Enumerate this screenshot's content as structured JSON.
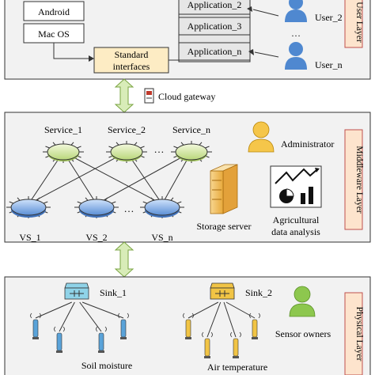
{
  "layers": {
    "user": "User Layer",
    "middleware": "Middleware Layer",
    "physical": "Physical Layer"
  },
  "user_layer": {
    "os": [
      "Android",
      "Mac OS"
    ],
    "interfaces": [
      "Standard",
      "interfaces"
    ],
    "applications": [
      "Application_2",
      "Application_3",
      "Application_n"
    ],
    "users": [
      "User_2",
      "User_n"
    ],
    "ellipsis": "…"
  },
  "gateway": "Cloud gateway",
  "middleware_layer": {
    "services": [
      "Service_1",
      "Service_2",
      "Service_n"
    ],
    "vs": [
      "VS_1",
      "VS_2",
      "VS_n"
    ],
    "ellipsis": "…",
    "administrator": "Administrator",
    "storage": "Storage server",
    "analysis": [
      "Agricultural",
      "data analysis"
    ]
  },
  "physical_layer": {
    "sinks": [
      "Sink_1",
      "Sink_2"
    ],
    "sensor_owners": "Sensor owners",
    "measures": [
      "Soil moisture",
      "Air temperature"
    ]
  },
  "colors": {
    "panel": "#f2f2f2",
    "layer_label": "#fde4cd",
    "layer_label_border": "#c0504d",
    "service": "#d6e8a8",
    "vs": "#8fb8e8",
    "person": "#4f88d0",
    "admin": "#f5c64a",
    "owner": "#8dc74e",
    "arrow": "#d8ecb8",
    "interfaces": "#fdecc4",
    "sensor_blue": "#5aa3d9",
    "sensor_yellow": "#f1c445"
  }
}
